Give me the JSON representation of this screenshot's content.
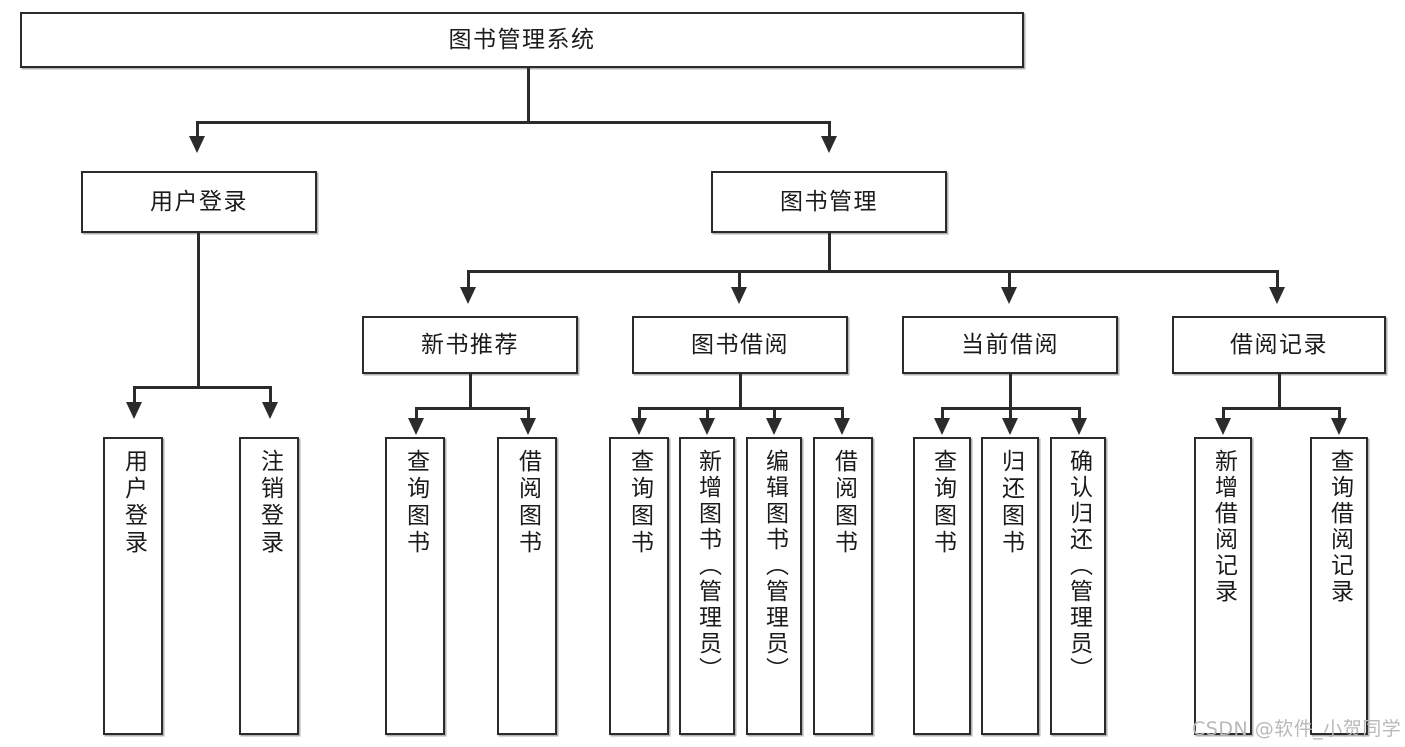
{
  "diagram": {
    "title": "图书管理系统",
    "type": "tree-hierarchy-chart",
    "root": {
      "label": "图书管理系统"
    },
    "level2": [
      {
        "label": "用户登录"
      },
      {
        "label": "图书管理"
      }
    ],
    "level3": [
      {
        "label": "新书推荐"
      },
      {
        "label": "图书借阅"
      },
      {
        "label": "当前借阅"
      },
      {
        "label": "借阅记录"
      }
    ],
    "leaves": {
      "user_login": [
        {
          "label": "用户登录"
        },
        {
          "label": "注销登录"
        }
      ],
      "new_book_recommend": [
        {
          "label": "查询图书"
        },
        {
          "label": "借阅图书"
        }
      ],
      "book_borrow": [
        {
          "label": "查询图书"
        },
        {
          "label": "新增图书（管理员）"
        },
        {
          "label": "编辑图书（管理员）"
        },
        {
          "label": "借阅图书"
        }
      ],
      "current_borrow": [
        {
          "label": "查询图书"
        },
        {
          "label": "归还图书"
        },
        {
          "label": "确认归还（管理员）"
        }
      ],
      "borrow_record": [
        {
          "label": "新增借阅记录"
        },
        {
          "label": "查询借阅记录"
        }
      ]
    }
  },
  "watermark": {
    "text": "CSDN @软件_小贺同学"
  },
  "colors": {
    "stroke": "#2b2b2b",
    "fill": "#ffffff",
    "text": "#1b1b1b",
    "watermark": "#b9b9b9"
  }
}
